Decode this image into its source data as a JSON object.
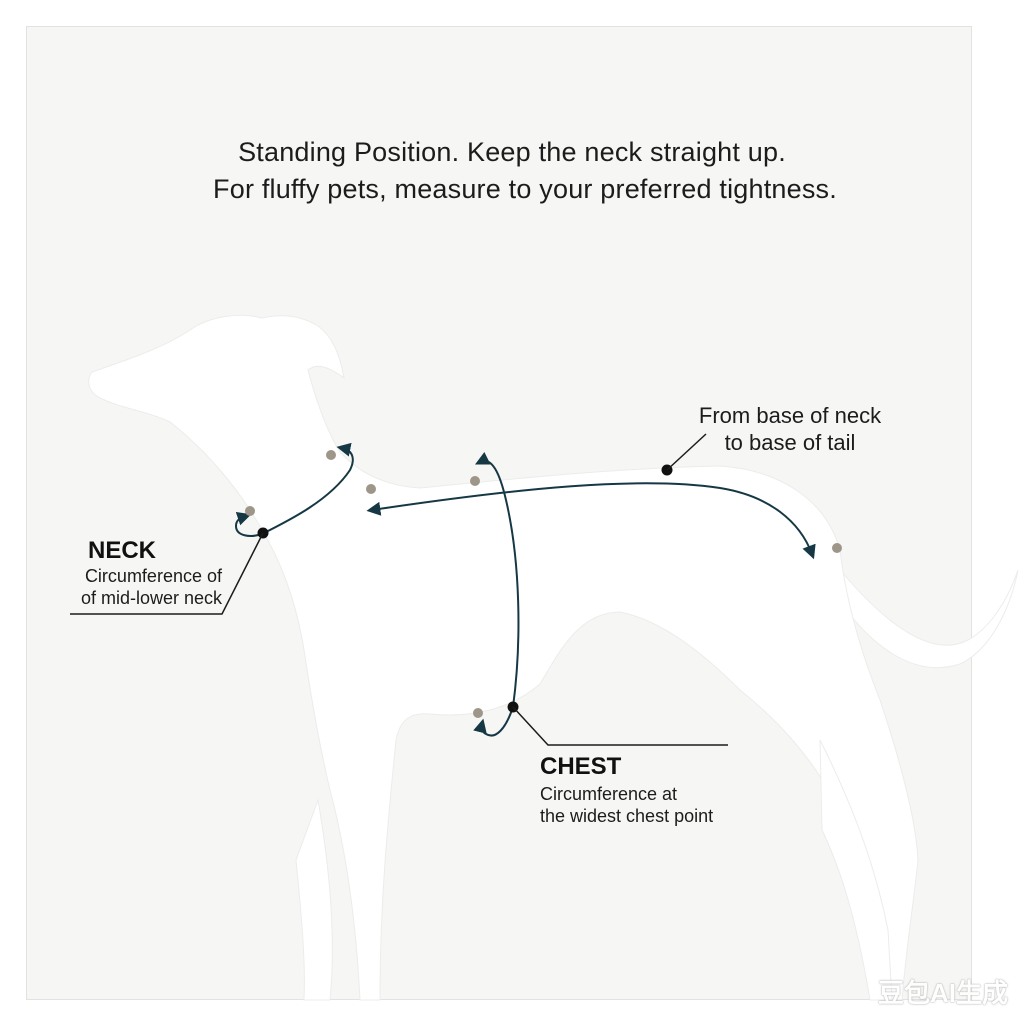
{
  "instructions": {
    "line1": "Standing Position. Keep the neck straight up.",
    "line2": "For fluffy pets, measure to your preferred tightness."
  },
  "labels": {
    "neck": {
      "title": "NECK",
      "line1": "Circumference of",
      "line2": "of mid-lower neck"
    },
    "chest": {
      "title": "CHEST",
      "line1": "Circumference at",
      "line2": "the widest chest point"
    },
    "back": {
      "line1": "From base of neck",
      "line2": "to base of tail"
    }
  },
  "watermark": "豆包AI生成",
  "colors": {
    "background": "#f6f6f4",
    "silhouette": "#ffffff",
    "measure_line": "#163844",
    "text": "#1c1c1c",
    "marker_dot": "#9e9689"
  }
}
